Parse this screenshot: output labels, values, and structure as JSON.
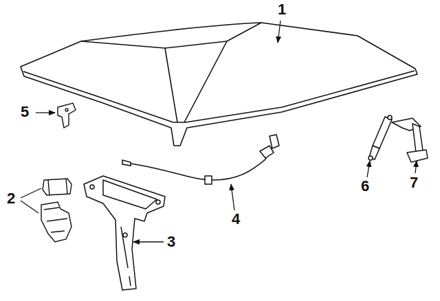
{
  "diagram": {
    "labels": [
      "1",
      "5",
      "2",
      "3",
      "4",
      "6",
      "7"
    ]
  }
}
